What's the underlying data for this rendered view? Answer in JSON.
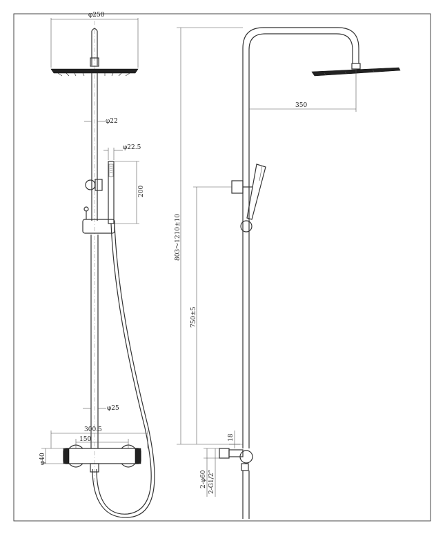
{
  "dimensions": {
    "head_diameter": "φ250",
    "pipe_upper": "φ22",
    "handshower_dia": "φ22.5",
    "slide_height": "200",
    "pipe_lower": "φ25",
    "width_total": "300.5",
    "center_spacing": "150",
    "body_dia": "φ40",
    "arm_length": "350",
    "height_adjust": "803～1210±10",
    "height_outlet": "750±5",
    "offset": "18",
    "inlet_dia": "2-φ60",
    "inlet_thread": "2-G1/2”"
  },
  "colors": {
    "line": "#333333",
    "dim": "#555555",
    "fill": "#222222"
  }
}
